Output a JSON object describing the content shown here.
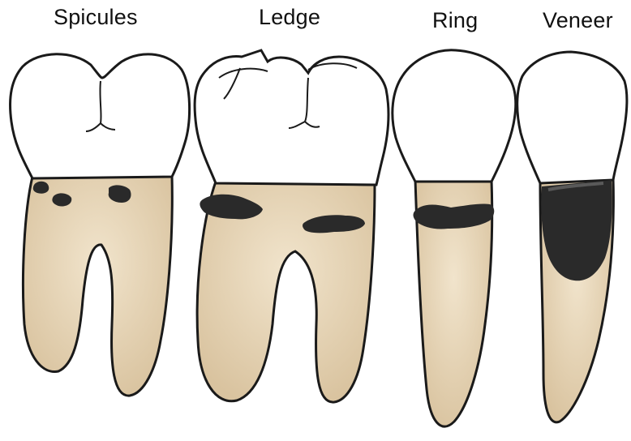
{
  "labels": {
    "spicules": "Spicules",
    "ledge": "Ledge",
    "ring": "Ring",
    "veneer": "Veneer"
  },
  "colors": {
    "root": "#e6d4b6",
    "root_shade": "#d9c39f",
    "crown": "#ffffff",
    "outline": "#1a1a1a",
    "calculus": "#2a2a2a"
  }
}
